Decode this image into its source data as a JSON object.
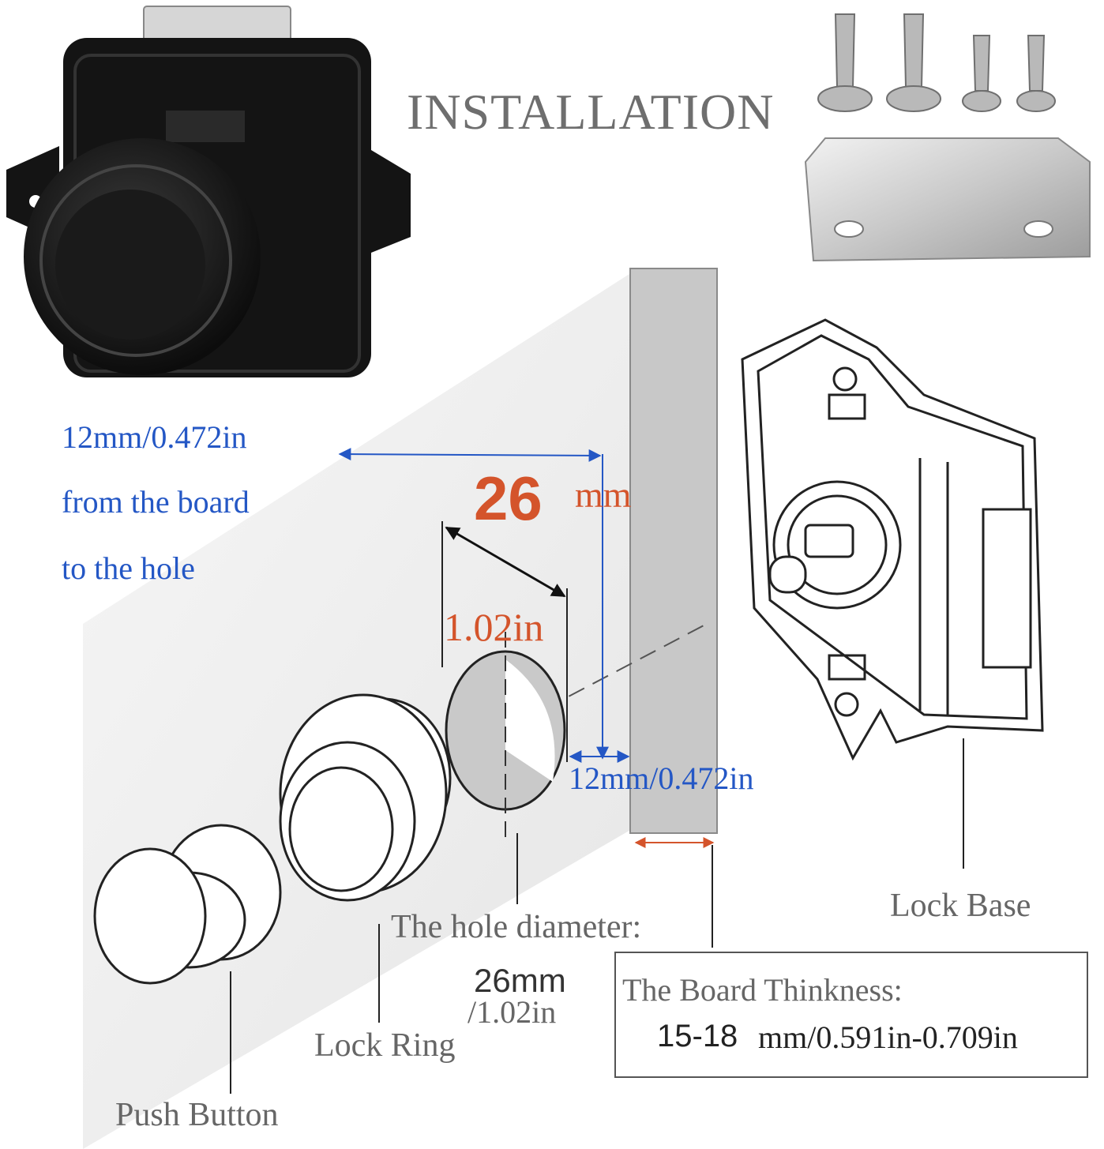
{
  "title": "INSTALLATION",
  "offset_note": {
    "line1": "12mm/0.472in",
    "line2": "from the board",
    "line3": "to the hole"
  },
  "hole_size": {
    "big_value": "26",
    "big_unit": "mm",
    "inch_value": "1.02in"
  },
  "offset_label": "12mm/0.472in",
  "hole_diameter": {
    "label": "The hole diameter:",
    "mm": "26mm",
    "inch": "/1.02in"
  },
  "board_thickness": {
    "label": "The Board Thinkness:",
    "mm_range": "15-18",
    "rest": "mm/0.591in-0.709in"
  },
  "parts": {
    "lock_base": "Lock Base",
    "lock_ring": "Lock Ring",
    "push_button": "Push Button"
  },
  "colors": {
    "blue_text": "#2457c5",
    "orange_text": "#d4542b",
    "gray_text": "#666666",
    "board": "#c8c8c8"
  }
}
